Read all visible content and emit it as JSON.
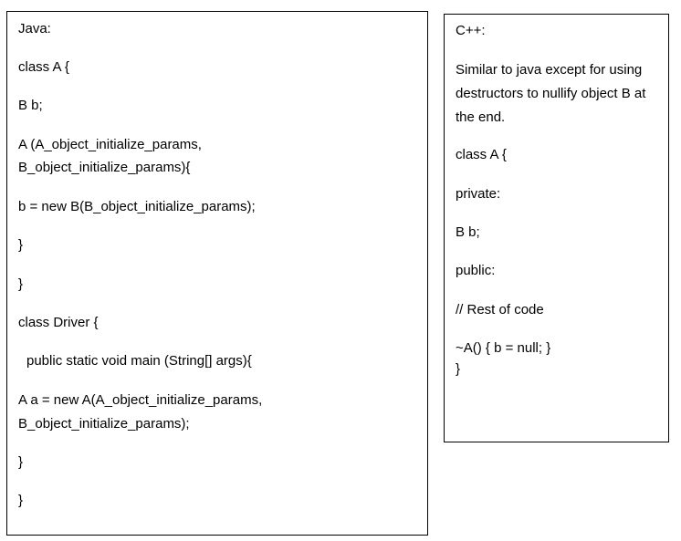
{
  "java": {
    "heading": "Java:",
    "lines": [
      "class A {",
      "B b;",
      "A (A_object_initialize_params,",
      "B_object_initialize_params){",
      "b = new B(B_object_initialize_params);",
      "}",
      "}",
      "class Driver {",
      "public static void main (String[] args){",
      "A a = new A(A_object_initialize_params,",
      "B_object_initialize_params);",
      "}",
      "}"
    ]
  },
  "cpp": {
    "heading": "C++:",
    "description": "Similar to java except for using destructors to nullify object B at the end.",
    "lines": [
      "class A {",
      "private:",
      "B b;",
      "public:",
      "// Rest of code",
      "~A() { b = null; }",
      "}"
    ]
  }
}
